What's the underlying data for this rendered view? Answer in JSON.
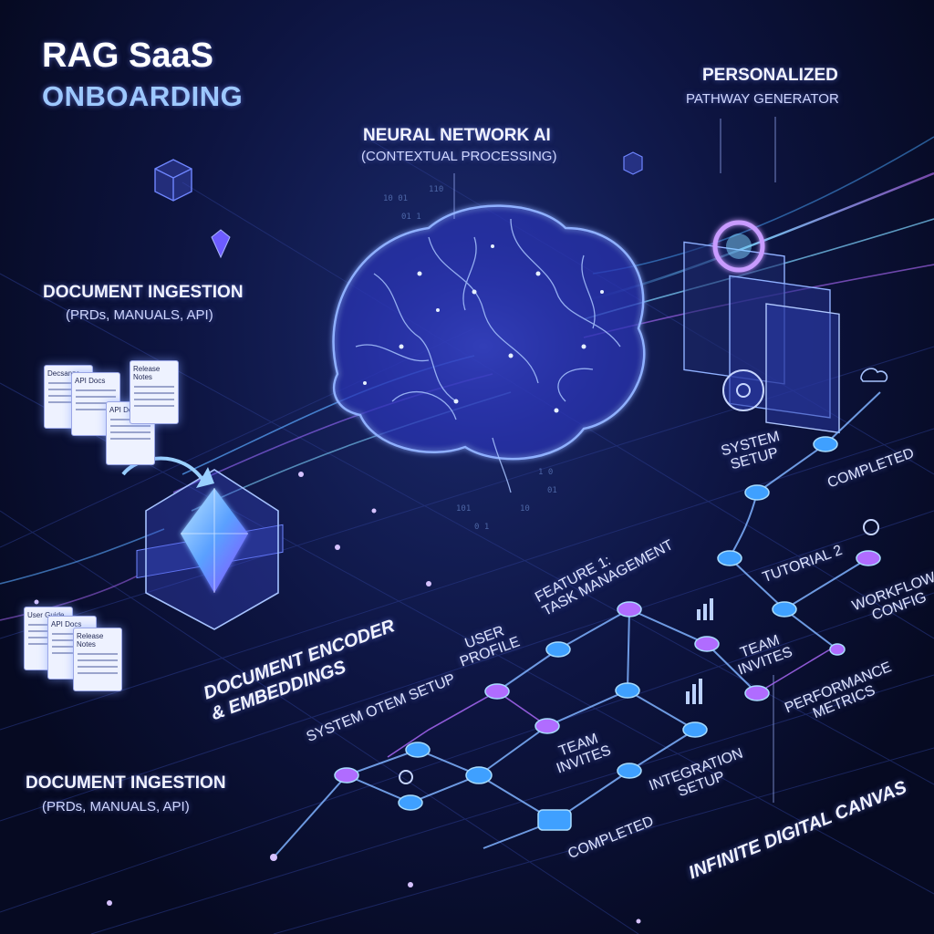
{
  "title": {
    "line1": "RAG SaaS",
    "line2": "ONBOARDING"
  },
  "sections": {
    "pathway": {
      "title": "PERSONALIZED",
      "subtitle": "PATHWAY GENERATOR"
    },
    "neural": {
      "title": "NEURAL NETWORK AI",
      "subtitle": "(CONTEXTUAL PROCESSING)"
    },
    "ingestion_top": {
      "title": "DOCUMENT INGESTION",
      "subtitle": "(PRDs, MANUALS, API)"
    },
    "ingestion_bottom": {
      "title": "DOCUMENT INGESTION",
      "subtitle": "(PRDs, MANUALS, API)"
    },
    "encoder": {
      "line1": "DOCUMENT ENCODER",
      "line2": "& EMBEDDINGS"
    },
    "canvas": {
      "label": "INFINITE DIGITAL CANVAS"
    }
  },
  "documents_top": [
    "Decsanze",
    "API Docs",
    "API Docs",
    "Release Notes"
  ],
  "documents_bottom": [
    "User Guide",
    "API Docs",
    "Release Notes"
  ],
  "pathway_nodes": {
    "system_setup": [
      "SYSTEM",
      "SETUP"
    ],
    "completed_top": "COMPLETED",
    "tutorial": "TUTORIAL 2",
    "feature": [
      "FEATURE 1:",
      "TASK MANAGEMENT"
    ],
    "workflow": [
      "WORKFLOW",
      "CONFIG"
    ],
    "user_profile": [
      "USER",
      "PROFILE"
    ],
    "team_invites_right": [
      "TEAM",
      "INVITES"
    ],
    "performance": [
      "PERFORMANCE",
      "METRICS"
    ],
    "system_item_setup": "SYSTEM OTEM SETUP",
    "team_invites_mid": [
      "TEAM",
      "INVITES"
    ],
    "integration": [
      "INTEGRATION",
      "SETUP"
    ],
    "completed_bottom": "COMPLETED"
  },
  "colors": {
    "accent_blue": "#5aa8ff",
    "accent_purple": "#b06cff",
    "node_glow": "#7fd4ff",
    "background": "#0a0f33"
  },
  "icons": [
    "cube-icon",
    "brain-icon",
    "encoder-crystal-icon",
    "screen-stack-icon",
    "gear-icon",
    "bar-chart-icon",
    "cloud-icon"
  ]
}
